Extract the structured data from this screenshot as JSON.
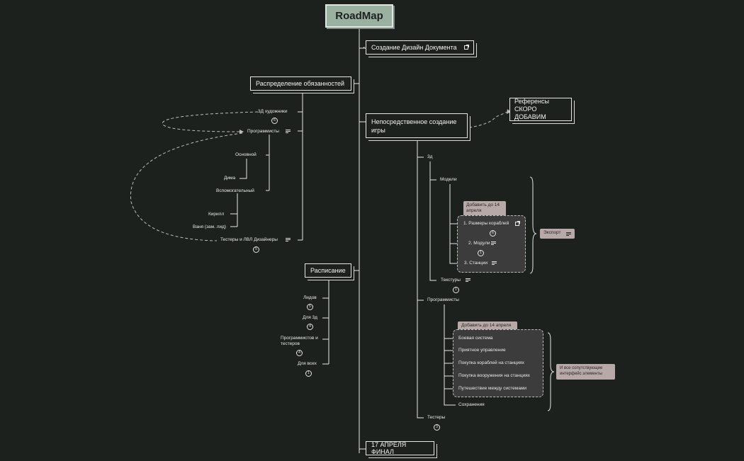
{
  "root": "RoadMap",
  "main": {
    "design_doc": "Создание Дизайн Документа",
    "duties": "Распределение обязанностей",
    "creation": "Непосредственное создание игры",
    "refs": "Референсы СКОРО ДОБАВИМ",
    "schedule": "Расписание",
    "final": "17 АПРЕЛЯ ФИНАЛ"
  },
  "duties": {
    "artists": "3Д художники",
    "artists_badge": "6",
    "programmers": "Программисты",
    "main": "Основной",
    "dima": "Дима",
    "aux": "Вспомогательный",
    "kirill": "Кирилл",
    "vanya": "Ваня (зам. лид)",
    "testers": "Тестеры и ЛВЛ Дизайнеры",
    "testers_badge": "5"
  },
  "schedule": {
    "leads": "Лидов",
    "leads_badge": "5",
    "for3d": "Для 3д",
    "for3d_badge": "4",
    "progs": "Программистов и тестеров",
    "progs_badge": "4",
    "all": "Для всех",
    "all_badge": "1"
  },
  "creation": {
    "threed": "3д",
    "models": "Модели",
    "tag1": "Добавить до 14 апреля",
    "ship_sizes": "1. Размеры кораблей",
    "ship_badge": "6",
    "modules": "2. Модули",
    "modules_badge": "1",
    "stations": "3. Станции",
    "export": "Экспорт",
    "textures": "Текстуры",
    "textures_badge": "1",
    "programmers": "Программисты",
    "tag2": "Добавить до 14 апреля",
    "combat": "Боевая система",
    "controls": "Приятное управление",
    "buy_ships": "Покупка кораблей на станциях",
    "buy_weapons": "Покупка вооружения на станциях",
    "travel": "Путешествие между системами",
    "saves": "Сохранения",
    "ui_note": "И все сопутствующие интерфейс элементы",
    "testers": "Тестеры",
    "testers_badge": "3"
  }
}
